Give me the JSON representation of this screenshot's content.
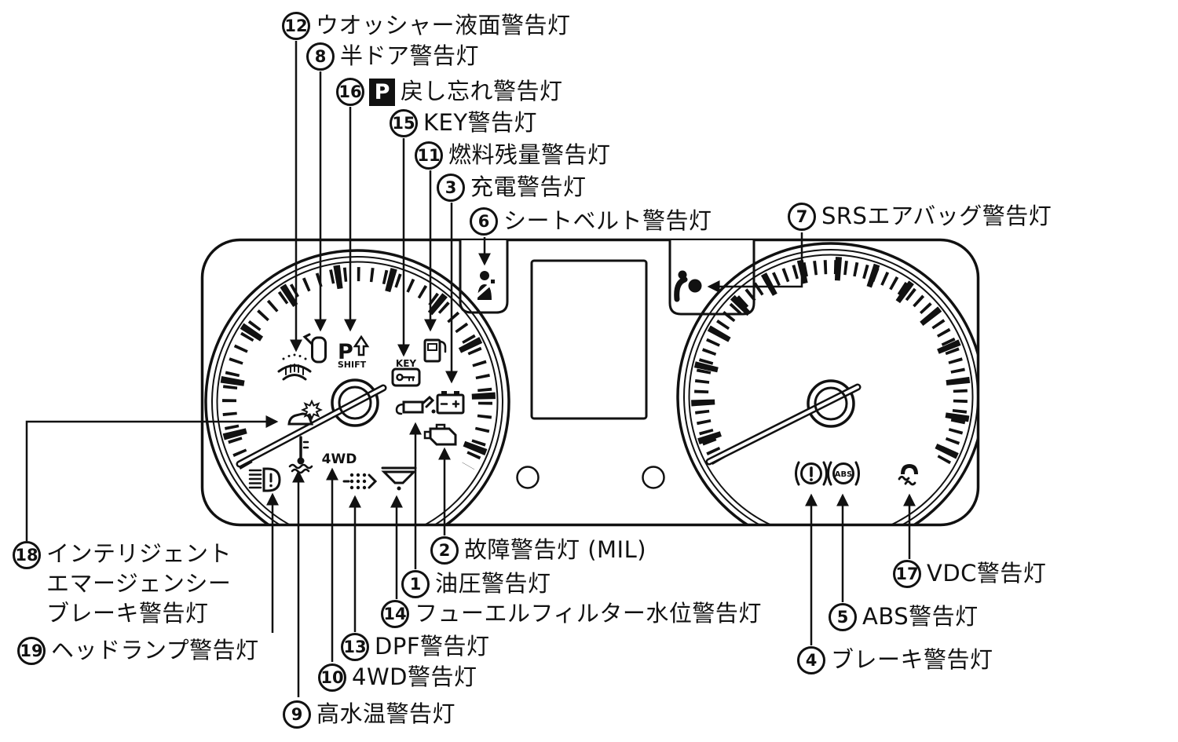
{
  "diagram": {
    "colors": {
      "ink": "#111111",
      "bg": "#ffffff"
    },
    "labels": {
      "l1": {
        "num": "1",
        "text": "油圧警告灯"
      },
      "l2": {
        "num": "2",
        "text": "故障警告灯 (MIL)"
      },
      "l3": {
        "num": "3",
        "text": "充電警告灯"
      },
      "l4": {
        "num": "4",
        "text": "ブレーキ警告灯"
      },
      "l5": {
        "num": "5",
        "text": "ABS警告灯"
      },
      "l6": {
        "num": "6",
        "text": "シートベルト警告灯"
      },
      "l7": {
        "num": "7",
        "text": "SRSエアバッグ警告灯"
      },
      "l8": {
        "num": "8",
        "text": "半ドア警告灯"
      },
      "l9": {
        "num": "9",
        "text": "高水温警告灯"
      },
      "l10": {
        "num": "10",
        "text": "4WD警告灯"
      },
      "l11": {
        "num": "11",
        "text": "燃料残量警告灯"
      },
      "l12": {
        "num": "12",
        "text": "ウオッシャー液面警告灯"
      },
      "l13": {
        "num": "13",
        "text": "DPF警告灯"
      },
      "l14": {
        "num": "14",
        "text": "フューエルフィルター水位警告灯"
      },
      "l15": {
        "num": "15",
        "text": "KEY警告灯"
      },
      "l16": {
        "num": "16",
        "badge": "P",
        "text": "戻し忘れ警告灯"
      },
      "l17": {
        "num": "17",
        "text": "VDC警告灯"
      },
      "l18": {
        "num": "18",
        "text": "インテリジェント\nエマージェンシー\nブレーキ警告灯"
      },
      "l19": {
        "num": "19",
        "text": "ヘッドランプ警告灯"
      }
    },
    "icon_texts": {
      "p": "P",
      "shift": "SHIFT",
      "key": "KEY",
      "fourwd": "4WD",
      "abs": "ABS"
    }
  }
}
